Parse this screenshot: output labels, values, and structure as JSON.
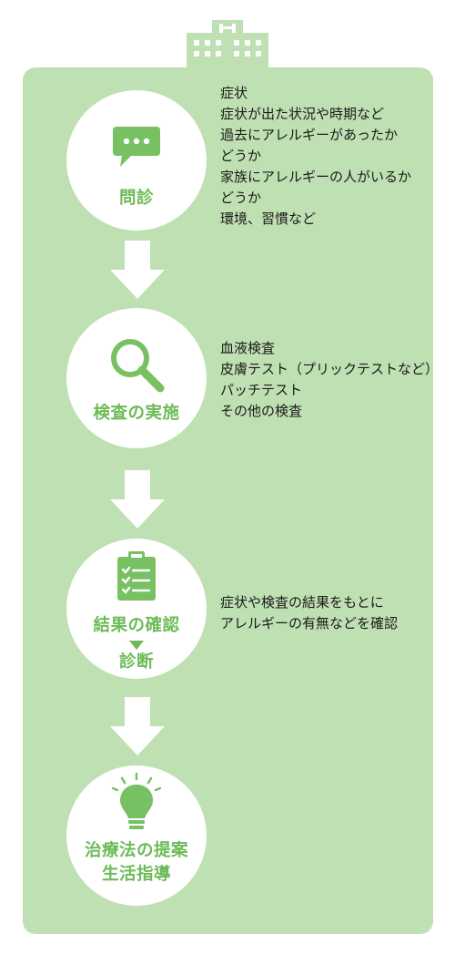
{
  "colors": {
    "panel": "#bfe0b2",
    "accent": "#6dbb58",
    "icon": "#78c162",
    "arrow": "#ffffff",
    "text": "#1a1a1a"
  },
  "header_icon": "hospital-building-icon",
  "steps": [
    {
      "icon": "speech-bubble-icon",
      "title": "問診",
      "items": [
        "症状",
        "症状が出た状況や時期など",
        "過去にアレルギーがあったか",
        "どうか",
        "家族にアレルギーの人がいるか",
        "どうか",
        "環境、習慣など"
      ]
    },
    {
      "icon": "magnifier-icon",
      "title": "検査の実施",
      "items": [
        "血液検査",
        "皮膚テスト（プリックテストなど）",
        "パッチテスト",
        "その他の検査"
      ]
    },
    {
      "icon": "clipboard-checklist-icon",
      "title": "結果の確認",
      "subtitle": "診断",
      "items": [
        "症状や検査の結果をもとに",
        "アレルギーの有無などを確認"
      ]
    },
    {
      "icon": "lightbulb-icon",
      "title": "治療法の提案",
      "subtitle": "生活指導",
      "items": []
    }
  ]
}
